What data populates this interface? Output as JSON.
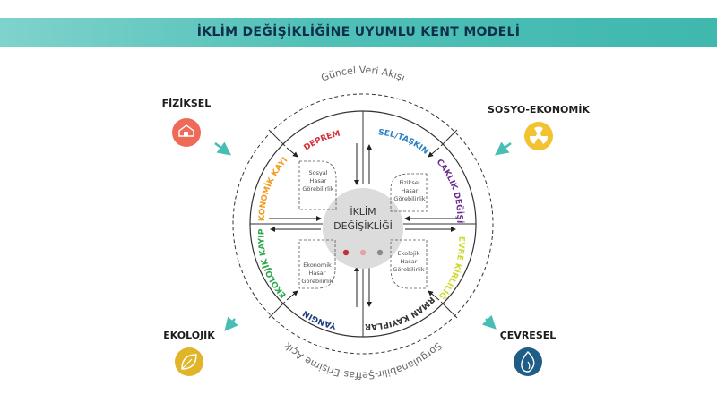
{
  "title": "İKLİM DEĞİŞİKLİĞİNE UYUMLU KENT MODELİ",
  "corners": {
    "top_left": {
      "label": "FİZİKSEL",
      "color": "#ef6b58",
      "icon": "house-icon"
    },
    "top_right": {
      "label": "SOSYO-EKONOMİK",
      "color": "#f3c230",
      "icon": "hazard-icon"
    },
    "bottom_left": {
      "label": "EKOLOJİK",
      "color": "#e0b52a",
      "icon": "leaf-icon"
    },
    "bottom_right": {
      "label": "ÇEVRESEL",
      "color": "#1f5d86",
      "icon": "fire-icon"
    }
  },
  "arrows_color": "#47bdb3",
  "outer_ring_top": "Güncel Veri Akışı",
  "outer_ring_bottom": "Sorgulanabilir-Şeffas-Erişime Açık",
  "center": {
    "line1": "İKLİM",
    "line2": "DEĞİŞİKLİĞİ",
    "dots": [
      "#c0303a",
      "#e8a0a8",
      "#8a8a8a"
    ]
  },
  "sectors": {
    "deprem": {
      "label": "DEPREM",
      "color": "#d6303a"
    },
    "sel": {
      "label": "SEL/TAŞKIN",
      "color": "#2a82c4"
    },
    "sicaklik": {
      "label": "SICAKLIK DEĞİŞİMİ",
      "color": "#6a2d8f"
    },
    "cevre": {
      "label": "ÇEVRE KİRLİLİĞİ",
      "color": "#cfd82c"
    },
    "orman": {
      "label": "ORMAN KAYIPLARI",
      "color": "#333333"
    },
    "yangin": {
      "label": "YANGIN",
      "color": "#1f3f7a"
    },
    "ekolojik": {
      "label": "EKOLOJİK KAYIP",
      "color": "#2aa84a"
    },
    "ekonomik": {
      "label": "EKONOMİK KAYIP",
      "color": "#f29a1f"
    }
  },
  "inner_boxes": {
    "sosyal": [
      "Sosyal",
      "Hasar",
      "Görebilirlik"
    ],
    "fiziksel": [
      "Fiziksel",
      "Hasar",
      "Görebilirlik"
    ],
    "ekonomik": [
      "Ekonomik",
      "Hasar",
      "Görebilirlik"
    ],
    "ekolojik": [
      "Ekolojik",
      "Hasar",
      "Görebilirlik"
    ]
  }
}
